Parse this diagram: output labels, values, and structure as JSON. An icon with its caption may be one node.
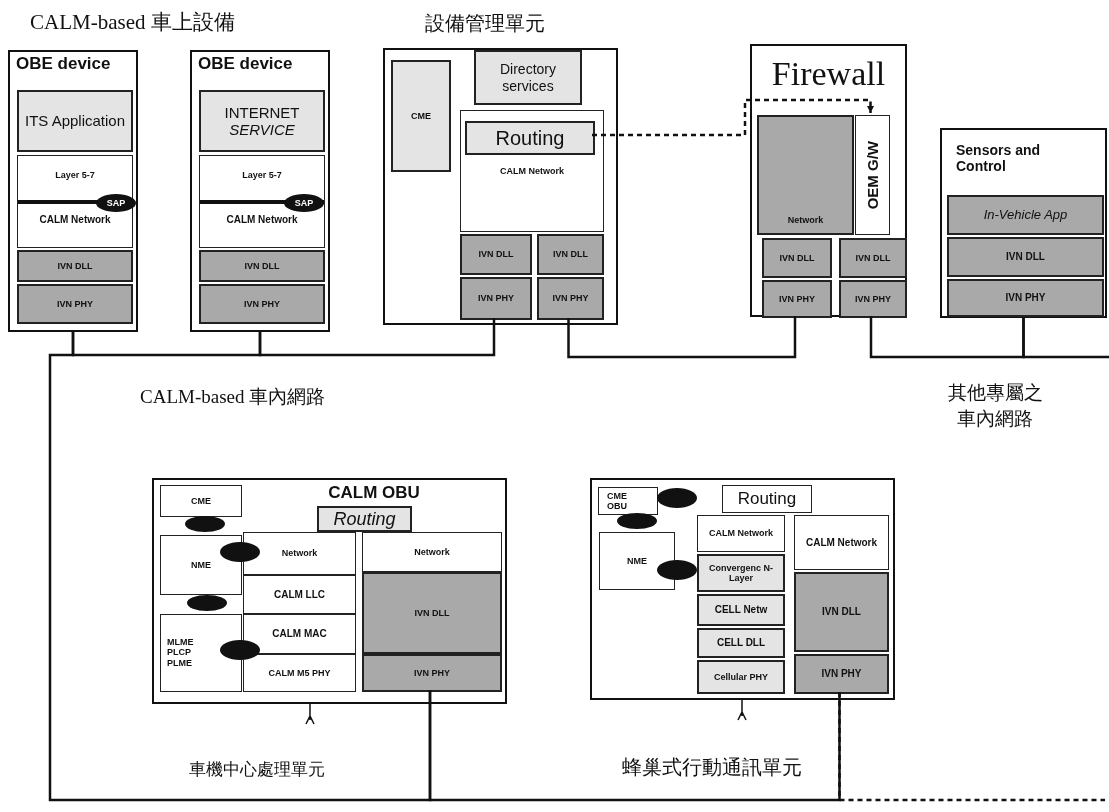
{
  "diagram": {
    "nodes": [
      {
        "text": [
          "OBE device"
        ]
      },
      {
        "text": [
          "ITS Application"
        ],
        "in": 0
      },
      {
        "text": [
          "Layer 5-7",
          "CALM Network"
        ],
        "in": 0
      },
      {
        "text": [
          "SAP"
        ],
        "in": 2
      },
      {
        "text": [
          "IVN DLL"
        ],
        "in": 0
      },
      {
        "text": [
          "IVN PHY"
        ],
        "in": 0
      },
      {
        "text": [
          "OBE device"
        ]
      },
      {
        "text": [
          "INTERNET *SERVICE*"
        ],
        "in": 6
      },
      {
        "text": [
          "Layer 5-7",
          "CALM Network"
        ],
        "in": 6
      },
      {
        "text": [
          "SAP"
        ],
        "in": 8
      },
      {
        "text": [
          "IVN DLL"
        ],
        "in": 6
      },
      {
        "text": [
          "IVN PHY"
        ],
        "in": 6
      },
      {
        "text": [
          "設備管理單元"
        ]
      },
      {
        "text": [
          "CME"
        ],
        "in": 12
      },
      {
        "text": [
          "Directory services"
        ],
        "in": 12
      },
      {
        "text": [
          "CALM Network"
        ],
        "in": 12
      },
      {
        "text": [
          "Routing"
        ],
        "in": 15
      },
      {
        "text": [
          "IVN DLL"
        ],
        "in": 12
      },
      {
        "text": [
          "IVN PHY"
        ],
        "in": 12
      },
      {
        "text": [
          "IVN DLL"
        ],
        "in": 12
      },
      {
        "text": [
          "IVN PHY"
        ],
        "in": 12
      },
      {
        "text": [
          "Firewall"
        ]
      },
      {
        "text": [
          "Network"
        ],
        "in": 21
      },
      {
        "text": [
          "OEM G/W"
        ],
        "in": 21
      },
      {
        "text": [
          "IVN DLL"
        ],
        "in": 21
      },
      {
        "text": [
          "IVN PHY"
        ],
        "in": 21
      },
      {
        "text": [
          "IVN DLL"
        ],
        "in": 21
      },
      {
        "text": [
          "IVN PHY"
        ],
        "in": 21
      },
      {
        "text": [
          "Sensors and Control"
        ]
      },
      {
        "text": [
          "In-Vehicle App"
        ],
        "in": 28
      },
      {
        "text": [
          "IVN DLL"
        ],
        "in": 28
      },
      {
        "text": [
          "IVN PHY"
        ],
        "in": 28
      },
      {
        "text": [
          "CALM OBU",
          "車機中心處理單元"
        ]
      },
      {
        "text": [
          "CME"
        ],
        "in": 32
      },
      {
        "text": [
          "NME"
        ],
        "in": 32
      },
      {
        "text": [
          "MLME PLCP PLME"
        ],
        "in": 32
      },
      {
        "text": [
          "Routing"
        ],
        "in": 32
      },
      {
        "text": [
          "Network"
        ],
        "in": 32
      },
      {
        "text": [
          "CALM LLC"
        ],
        "in": 32
      },
      {
        "text": [
          "CALM MAC"
        ],
        "in": 32
      },
      {
        "text": [
          "CALM M5 PHY"
        ],
        "in": 32
      },
      {
        "text": [
          "Network"
        ],
        "in": 32
      },
      {
        "text": [
          "IVN DLL"
        ],
        "in": 32
      },
      {
        "text": [
          "IVN PHY"
        ],
        "in": 32
      },
      {
        "text": [
          "蜂巢式行動通訊單元"
        ]
      },
      {
        "text": [
          "CME OBU"
        ],
        "in": 44
      },
      {
        "text": [
          "NME"
        ],
        "in": 44
      },
      {
        "text": [
          "Routing"
        ],
        "in": 44
      },
      {
        "text": [
          "CALM Network"
        ],
        "in": 44
      },
      {
        "text": [
          "Convergenc N-Layer"
        ],
        "in": 44
      },
      {
        "text": [
          "CELL Netw"
        ],
        "in": 44
      },
      {
        "text": [
          "CELL DLL"
        ],
        "in": 44
      },
      {
        "text": [
          "Cellular PHY"
        ],
        "in": 44
      },
      {
        "text": [
          "CALM Network"
        ],
        "in": 44
      },
      {
        "text": [
          "IVN DLL"
        ],
        "in": 44
      },
      {
        "text": [
          "IVN PHY"
        ],
        "in": 44
      }
    ],
    "edges": [
      {
        "from": 0,
        "to": 6,
        "arrow": "none"
      },
      {
        "from": 6,
        "to": 18,
        "arrow": "none"
      },
      {
        "from": 0,
        "to": 43,
        "arrow": "none"
      },
      {
        "from": 43,
        "to": 55,
        "arrow": "none"
      },
      {
        "from": 55,
        "to": null,
        "arrow": "none",
        "style": "dashed"
      },
      {
        "from": 20,
        "to": 25,
        "arrow": "none"
      },
      {
        "from": 27,
        "to": 28,
        "arrow": "none"
      },
      {
        "from": 28,
        "to": null,
        "arrow": "none"
      },
      {
        "from": 16,
        "to": 23,
        "arrow": "to",
        "style": "dashed"
      }
    ],
    "labels": [
      "CALM-based 車上設備",
      "CALM-based 車內網路",
      "其他專屬之車內網路"
    ]
  }
}
